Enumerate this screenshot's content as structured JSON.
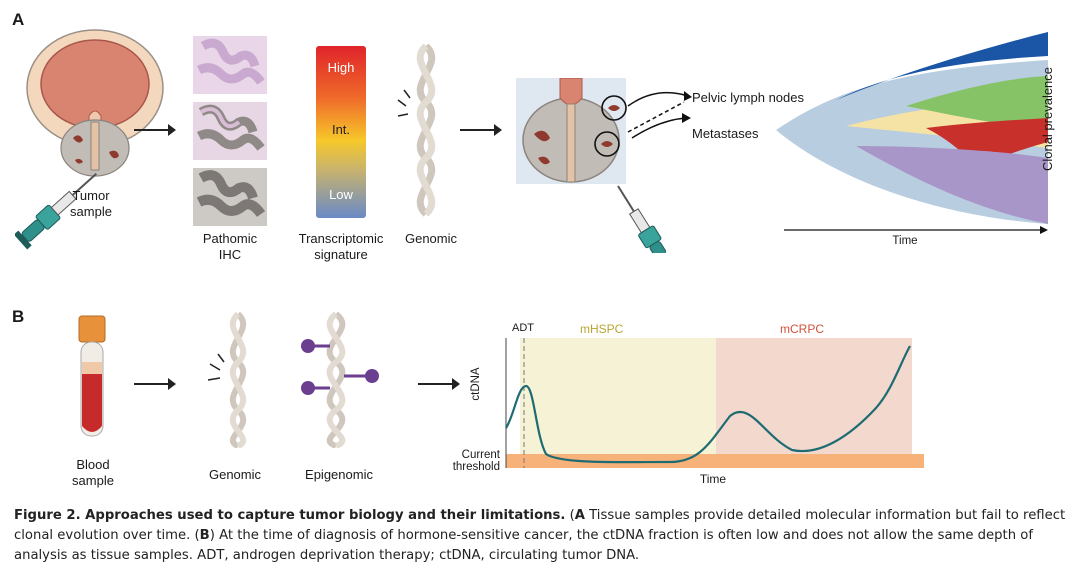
{
  "panel_a": {
    "letter": "A",
    "tumor_sample": "Tumor\nsample",
    "pathomic": "Pathomic\nIHC",
    "transcriptomic": "Transcriptomic\nsignature",
    "genomic": "Genomic",
    "scale_high": "High",
    "scale_int": "Int.",
    "scale_low": "Low",
    "pelvic": "Pelvic lymph nodes",
    "metastases": "Metastases",
    "clonal_prevalence": "Clonal prevalence",
    "time": "Time"
  },
  "panel_b": {
    "letter": "B",
    "blood_sample": "Blood\nsample",
    "genomic": "Genomic",
    "epigenomic": "Epigenomic",
    "adt": "ADT",
    "mhspc": "mHSPC",
    "mcrpc": "mCRPC",
    "ctdna": "ctDNA",
    "current_threshold": "Current\nthreshold",
    "time": "Time"
  },
  "caption": {
    "lead": "Figure 2. Approaches used to capture tumor biology and their limitations.",
    "a_letter": "A",
    "a_text": " Tissue samples provide detailed molecular information but fail to reflect clonal evolution over time. (",
    "b_letter": "B",
    "b_text": ") At the time of diagnosis of hormone-sensitive cancer, the ctDNA fraction is often low and does not allow the same depth of analysis as tissue samples. ADT, androgen deprivation therapy; ctDNA, circulating tumor DNA."
  },
  "colors": {
    "prostate_outer": "#f3d8bd",
    "prostate_inner": "#d98470",
    "tissue_gray": "#b9b3ad",
    "syringe": "#2f8f8a",
    "mhspc_bg": "#f6f2d6",
    "mcrpc_bg": "#f3d8ce",
    "threshold": "#f7b27a",
    "ctdna_line": "#1f6b73",
    "clone_blue": "#1a55a6",
    "clone_green": "#86c266",
    "clone_red": "#c8302b",
    "clone_purple": "#a996c9",
    "clone_lightblue": "#b9cde0",
    "clone_yellow": "#f5e3a6"
  }
}
